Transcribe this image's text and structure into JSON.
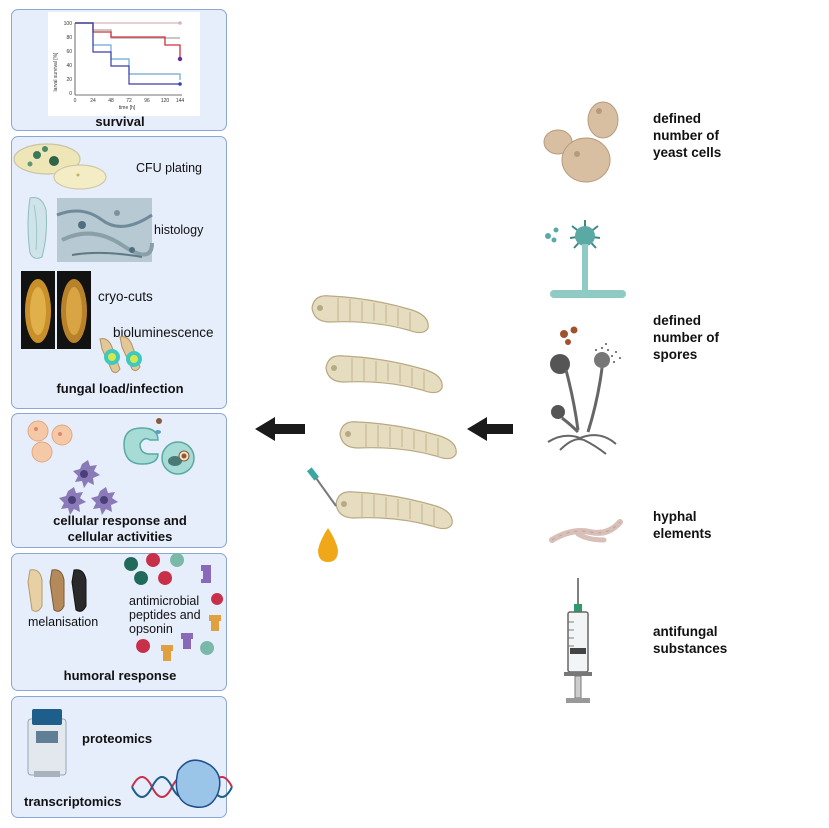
{
  "panels": {
    "survival": {
      "title": "survival",
      "chart": {
        "y_label": "larval survival [%]",
        "x_label": "time [h]",
        "y_ticks": [
          "100",
          "80",
          "60",
          "40",
          "20",
          "0"
        ],
        "x_ticks": [
          "0",
          "24",
          "48",
          "72",
          "96",
          "120",
          "144"
        ]
      }
    },
    "fungal_load": {
      "title": "fungal load/infection",
      "items": {
        "cfu": "CFU plating",
        "histology": "histology",
        "cryo": "cryo-cuts",
        "biolum": "bioluminescence"
      }
    },
    "cellular": {
      "title_line1": "cellular response and",
      "title_line2": "cellular activities"
    },
    "humoral": {
      "title": "humoral response",
      "melanisation": "melanisation",
      "amp_line1": "antimicrobial",
      "amp_line2": "peptides and",
      "amp_line3": "opsonin"
    },
    "omics": {
      "proteomics": "proteomics",
      "transcriptomics": "transcriptomics"
    }
  },
  "right": {
    "yeast": [
      "defined",
      "number of",
      "yeast cells"
    ],
    "spores": [
      "defined",
      "number of",
      "spores"
    ],
    "hyphal": [
      "hyphal",
      "elements"
    ],
    "antifungal": [
      "antifungal",
      "substances"
    ]
  },
  "colors": {
    "panel_bg": "#e7eefb",
    "panel_border": "#8ea6d4",
    "arrow": "#1a1a1a",
    "larva": "#e6dcc0",
    "yeast": "#d8bfa2",
    "teal": "#5aa9a4",
    "melanin": "#2a2a2a",
    "drop": "#f0a818"
  }
}
